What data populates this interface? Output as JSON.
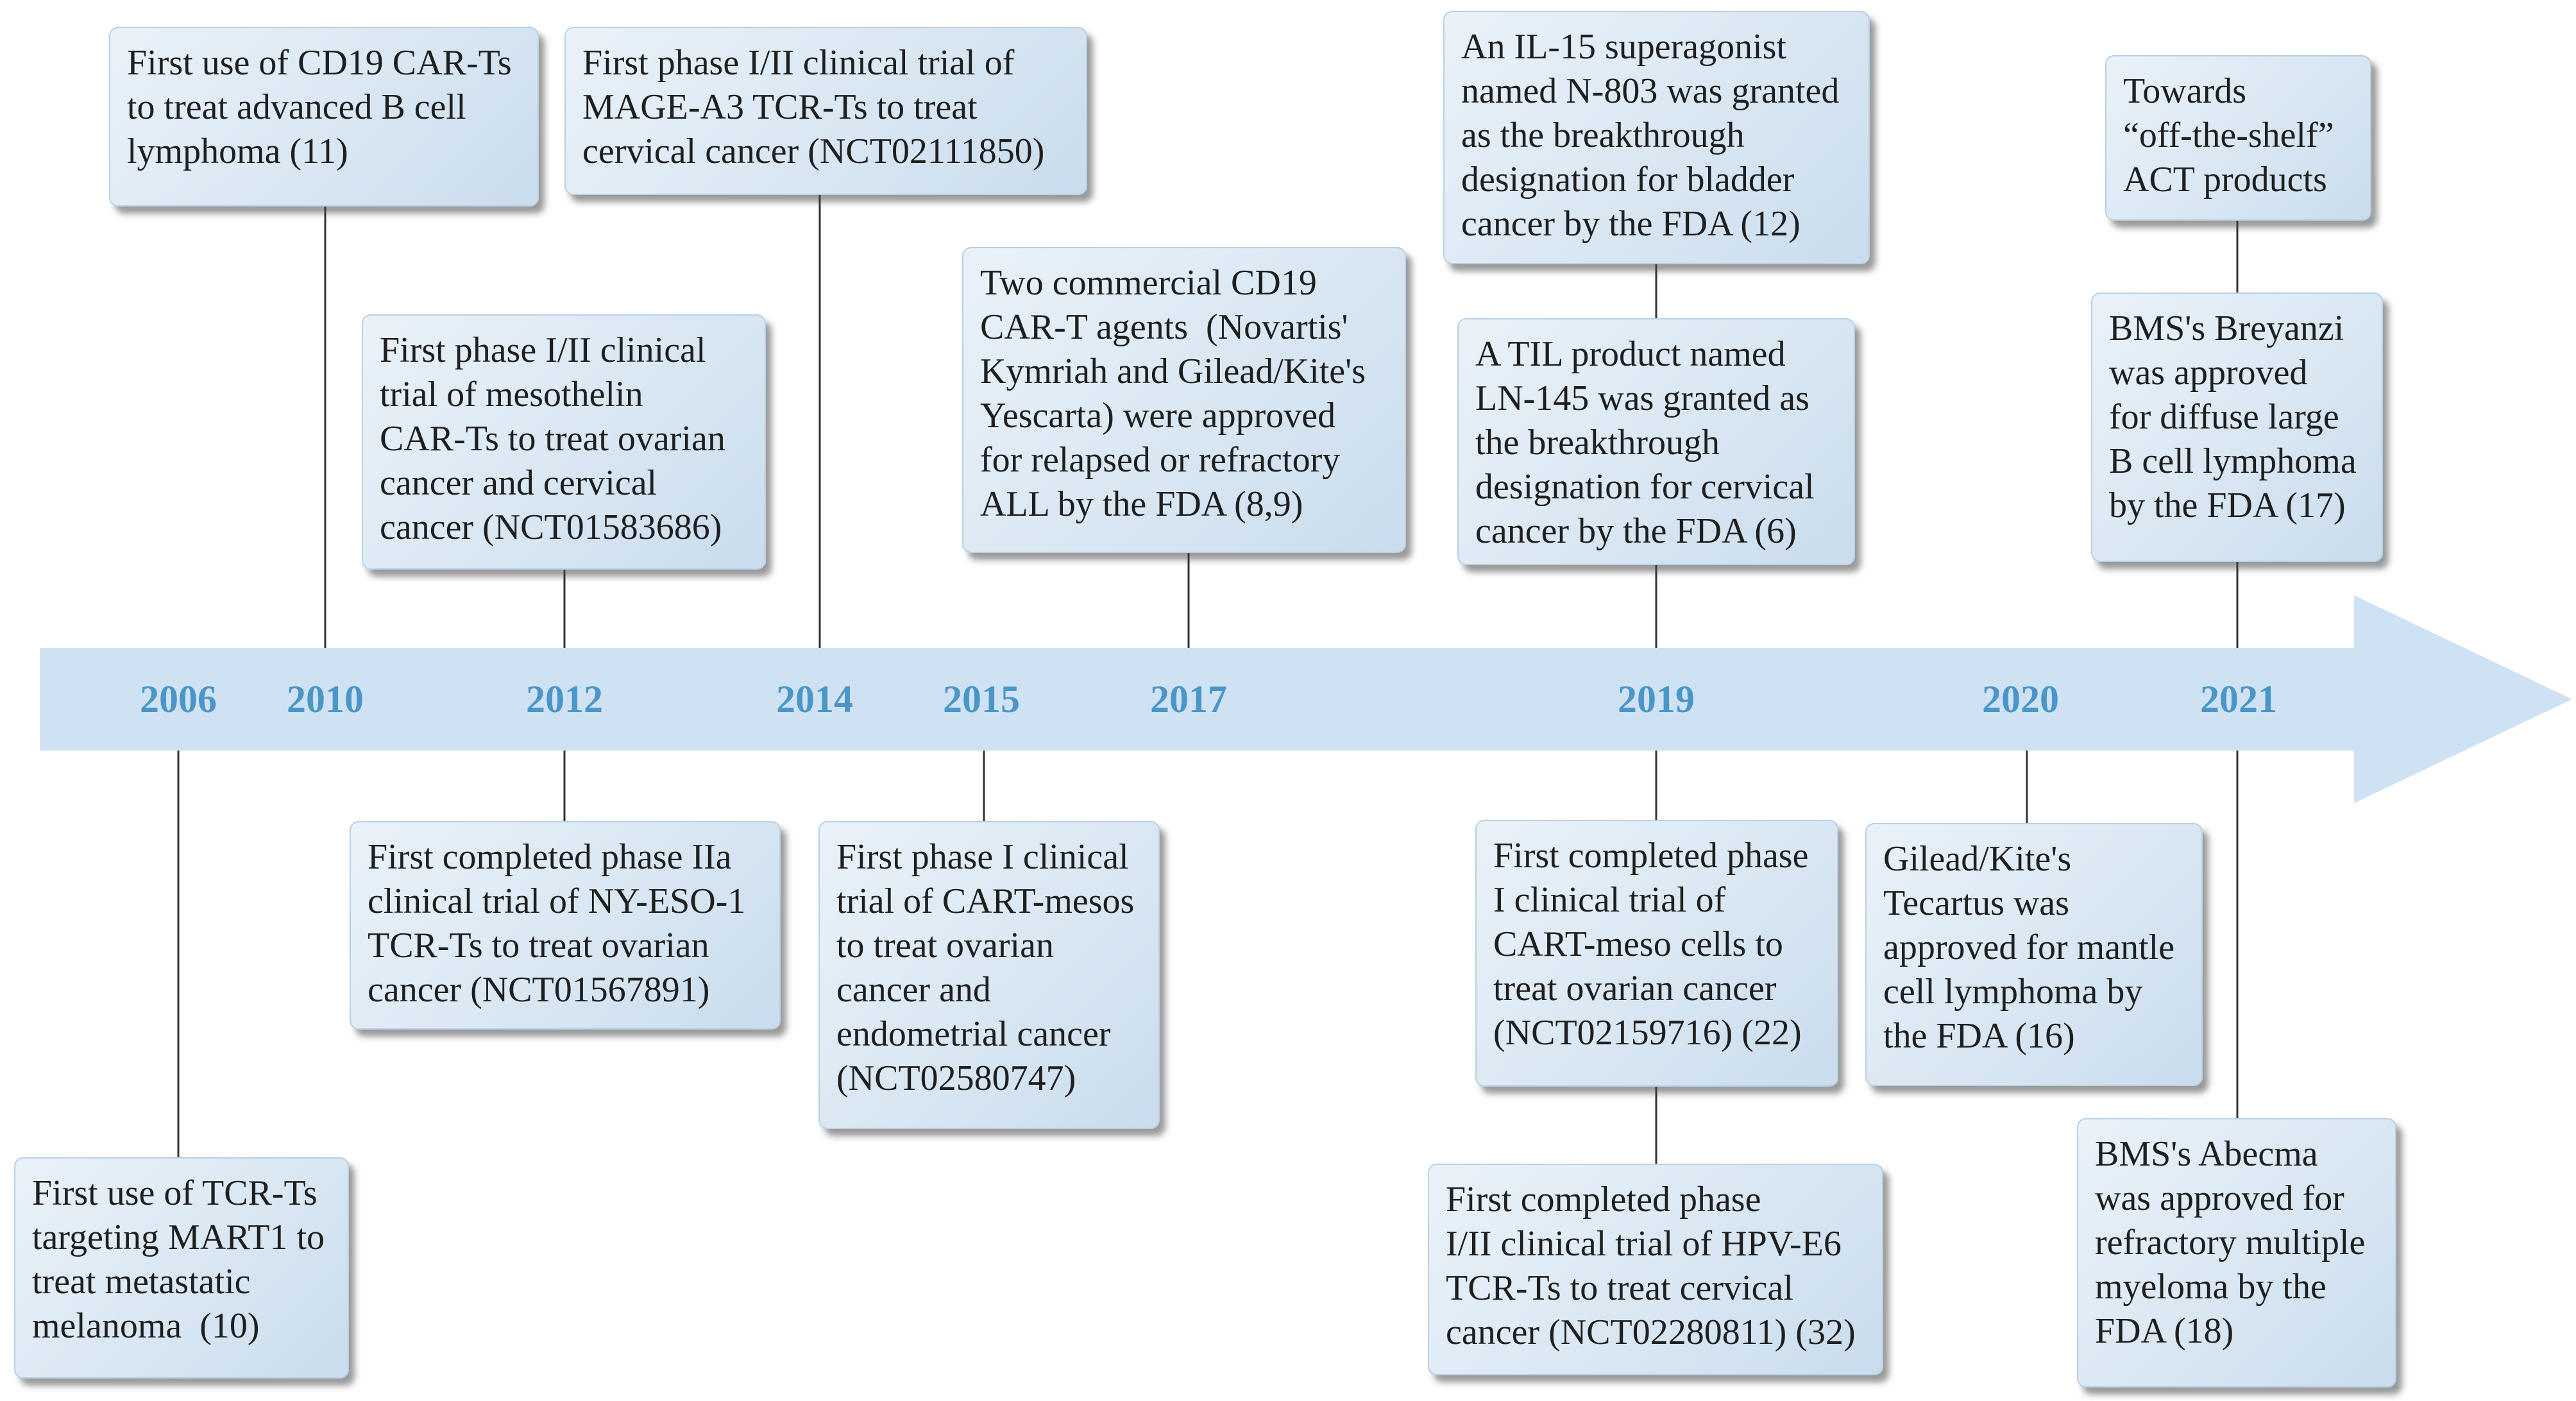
{
  "years": [
    {
      "id": "2006",
      "label": "2006"
    },
    {
      "id": "2010",
      "label": "2010"
    },
    {
      "id": "2012",
      "label": "2012"
    },
    {
      "id": "2014",
      "label": "2014"
    },
    {
      "id": "2015",
      "label": "2015"
    },
    {
      "id": "2017",
      "label": "2017"
    },
    {
      "id": "2019",
      "label": "2019"
    },
    {
      "id": "2020",
      "label": "2020"
    },
    {
      "id": "2021",
      "label": "2021"
    }
  ],
  "events": [
    {
      "id": "2010-cd19-car-t",
      "year": "2010",
      "position": "above",
      "text": "First use of CD19 CAR-Ts\nto treat advanced B cell\nlymphoma (11)"
    },
    {
      "id": "2014-mage-a3",
      "year": "2014",
      "position": "above",
      "text": "First phase I/II clinical trial of\nMAGE-A3 TCR-Ts to treat\ncervical cancer (NCT02111850)"
    },
    {
      "id": "2012-mesothelin",
      "year": "2012",
      "position": "above",
      "text": "First phase I/II clinical\ntrial of mesothelin\nCAR-Ts to treat ovarian\ncancer and cervical\ncancer (NCT01583686)"
    },
    {
      "id": "2017-commercial-cd19",
      "year": "2017",
      "position": "above",
      "text": "Two commercial CD19\nCAR-T agents  (Novartis'\nKymriah and Gilead/Kite's\nYescarta) were approved\nfor relapsed or refractory\nALL by the FDA (8,9)"
    },
    {
      "id": "2019-il15",
      "year": "2019",
      "position": "above-top",
      "text": "An IL-15 superagonist\nnamed N-803 was granted\nas the breakthrough\ndesignation for bladder\ncancer by the FDA (12)"
    },
    {
      "id": "2019-til-ln145",
      "year": "2019",
      "position": "above",
      "text": "A TIL product named\nLN-145 was granted as\nthe breakthrough\ndesignation for cervical\ncancer by the FDA (6)"
    },
    {
      "id": "2021-off-the-shelf",
      "year": "2021",
      "position": "above-top",
      "text": "Towards\n“off-the-shelf”\nACT products"
    },
    {
      "id": "2021-breyanzi",
      "year": "2021",
      "position": "above",
      "text": "BMS's Breyanzi\nwas approved\nfor diffuse large\nB cell lymphoma\nby the FDA (17)"
    },
    {
      "id": "2012-ny-eso-1",
      "year": "2012",
      "position": "below",
      "text": "First completed phase IIa\nclinical trial of NY-ESO-1\nTCR-Ts to treat ovarian\ncancer (NCT01567891)"
    },
    {
      "id": "2015-cart-meso",
      "year": "2015",
      "position": "below",
      "text": "First phase I clinical\ntrial of CART-mesos\nto treat ovarian\ncancer and\nendometrial cancer\n(NCT02580747)"
    },
    {
      "id": "2019-cart-meso-cells",
      "year": "2019",
      "position": "below",
      "text": "First completed phase\nI clinical trial of\nCART-meso cells to\ntreat ovarian cancer\n(NCT02159716) (22)"
    },
    {
      "id": "2020-tecartus",
      "year": "2020",
      "position": "below",
      "text": "Gilead/Kite's\nTecartus was\napproved for mantle\ncell lymphoma by\nthe FDA (16)"
    },
    {
      "id": "2006-mart1",
      "year": "2006",
      "position": "below-bottom",
      "text": "First use of TCR-Ts\ntargeting MART1 to\ntreat metastatic\nmelanoma  (10)"
    },
    {
      "id": "2019-hpv-e6",
      "year": "2019",
      "position": "below-bottom",
      "text": "First completed phase\nI/II clinical trial of HPV-E6\nTCR-Ts to treat cervical\ncancer (NCT02280811) (32)"
    },
    {
      "id": "2021-abecma",
      "year": "2021",
      "position": "below-bottom",
      "text": "BMS's Abecma\nwas approved for\nrefractory multiple\nmyeloma by the\nFDA (18)"
    }
  ],
  "colors": {
    "arrow": "#cfe2f3",
    "year_text": "#4b96c8",
    "connector": "#333333",
    "box_fill": "#dbe8f4",
    "box_border": "#b9d0e4"
  }
}
